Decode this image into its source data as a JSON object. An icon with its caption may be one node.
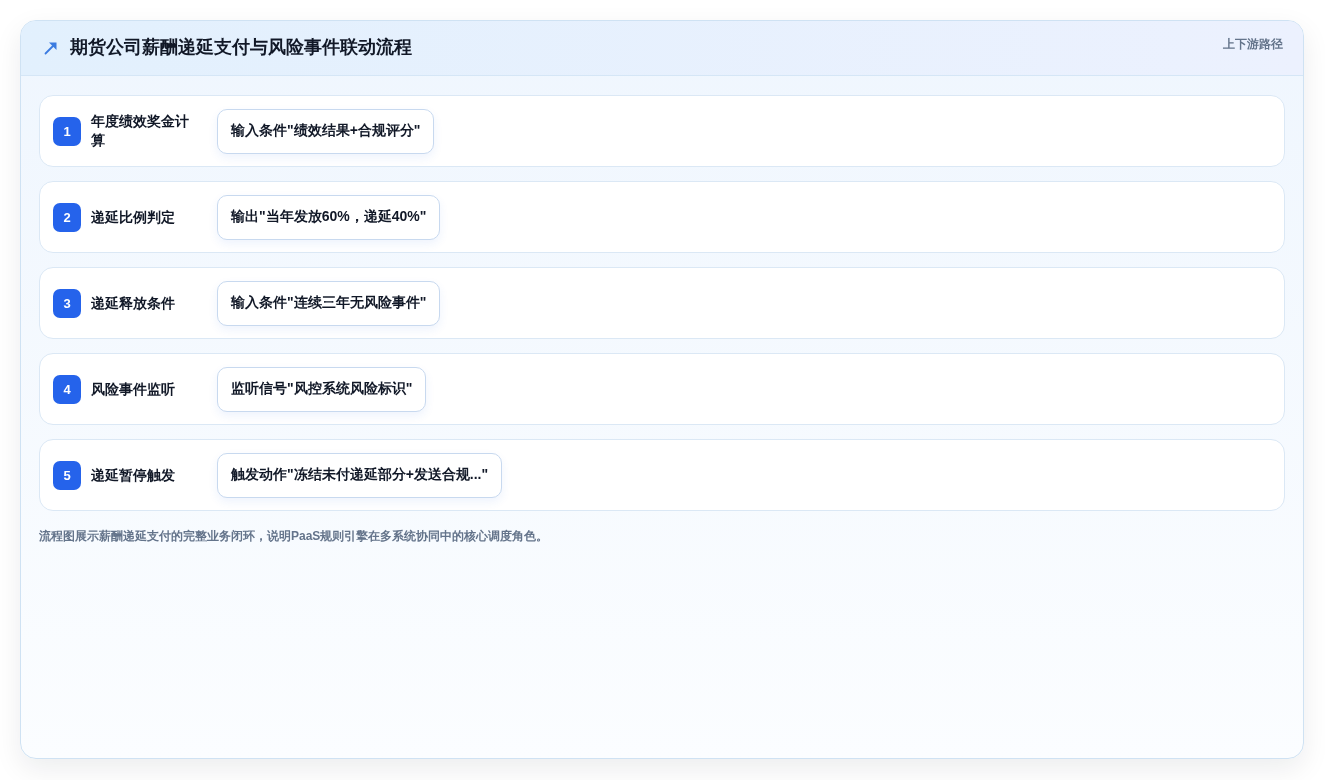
{
  "diagram": {
    "title": "期货公司薪酬递延支付与风险事件联动流程",
    "nodes": [
      {
        "text": [
          "年度绩效奖金计算"
        ]
      },
      {
        "text": [
          "1"
        ],
        "in": 0
      },
      {
        "text": [
          "输入条件\"绩效结果+合规评分\""
        ],
        "in": 0
      },
      {
        "text": [
          "递延比例判定"
        ]
      },
      {
        "text": [
          "2"
        ],
        "in": 3
      },
      {
        "text": [
          "输出\"当年发放60%，递延40%\""
        ],
        "in": 3
      },
      {
        "text": [
          "递延释放条件"
        ]
      },
      {
        "text": [
          "3"
        ],
        "in": 6
      },
      {
        "text": [
          "输入条件\"连续三年无风险事件\""
        ],
        "in": 6
      },
      {
        "text": [
          "风险事件监听"
        ]
      },
      {
        "text": [
          "4"
        ],
        "in": 9
      },
      {
        "text": [
          "监听信号\"风控系统风险标识\""
        ],
        "in": 9
      },
      {
        "text": [
          "递延暂停触发"
        ]
      },
      {
        "text": [
          "5"
        ],
        "in": 12
      },
      {
        "text": [
          "触发动作\"冻结未付递延部分+发送合规...\""
        ],
        "in": 12
      }
    ],
    "labels": [
      "上下游路径"
    ],
    "caption": "流程图展示薪酬递延支付的完整业务闭环，说明PaaS规则引擎在多系统协同中的核心调度角色。"
  }
}
